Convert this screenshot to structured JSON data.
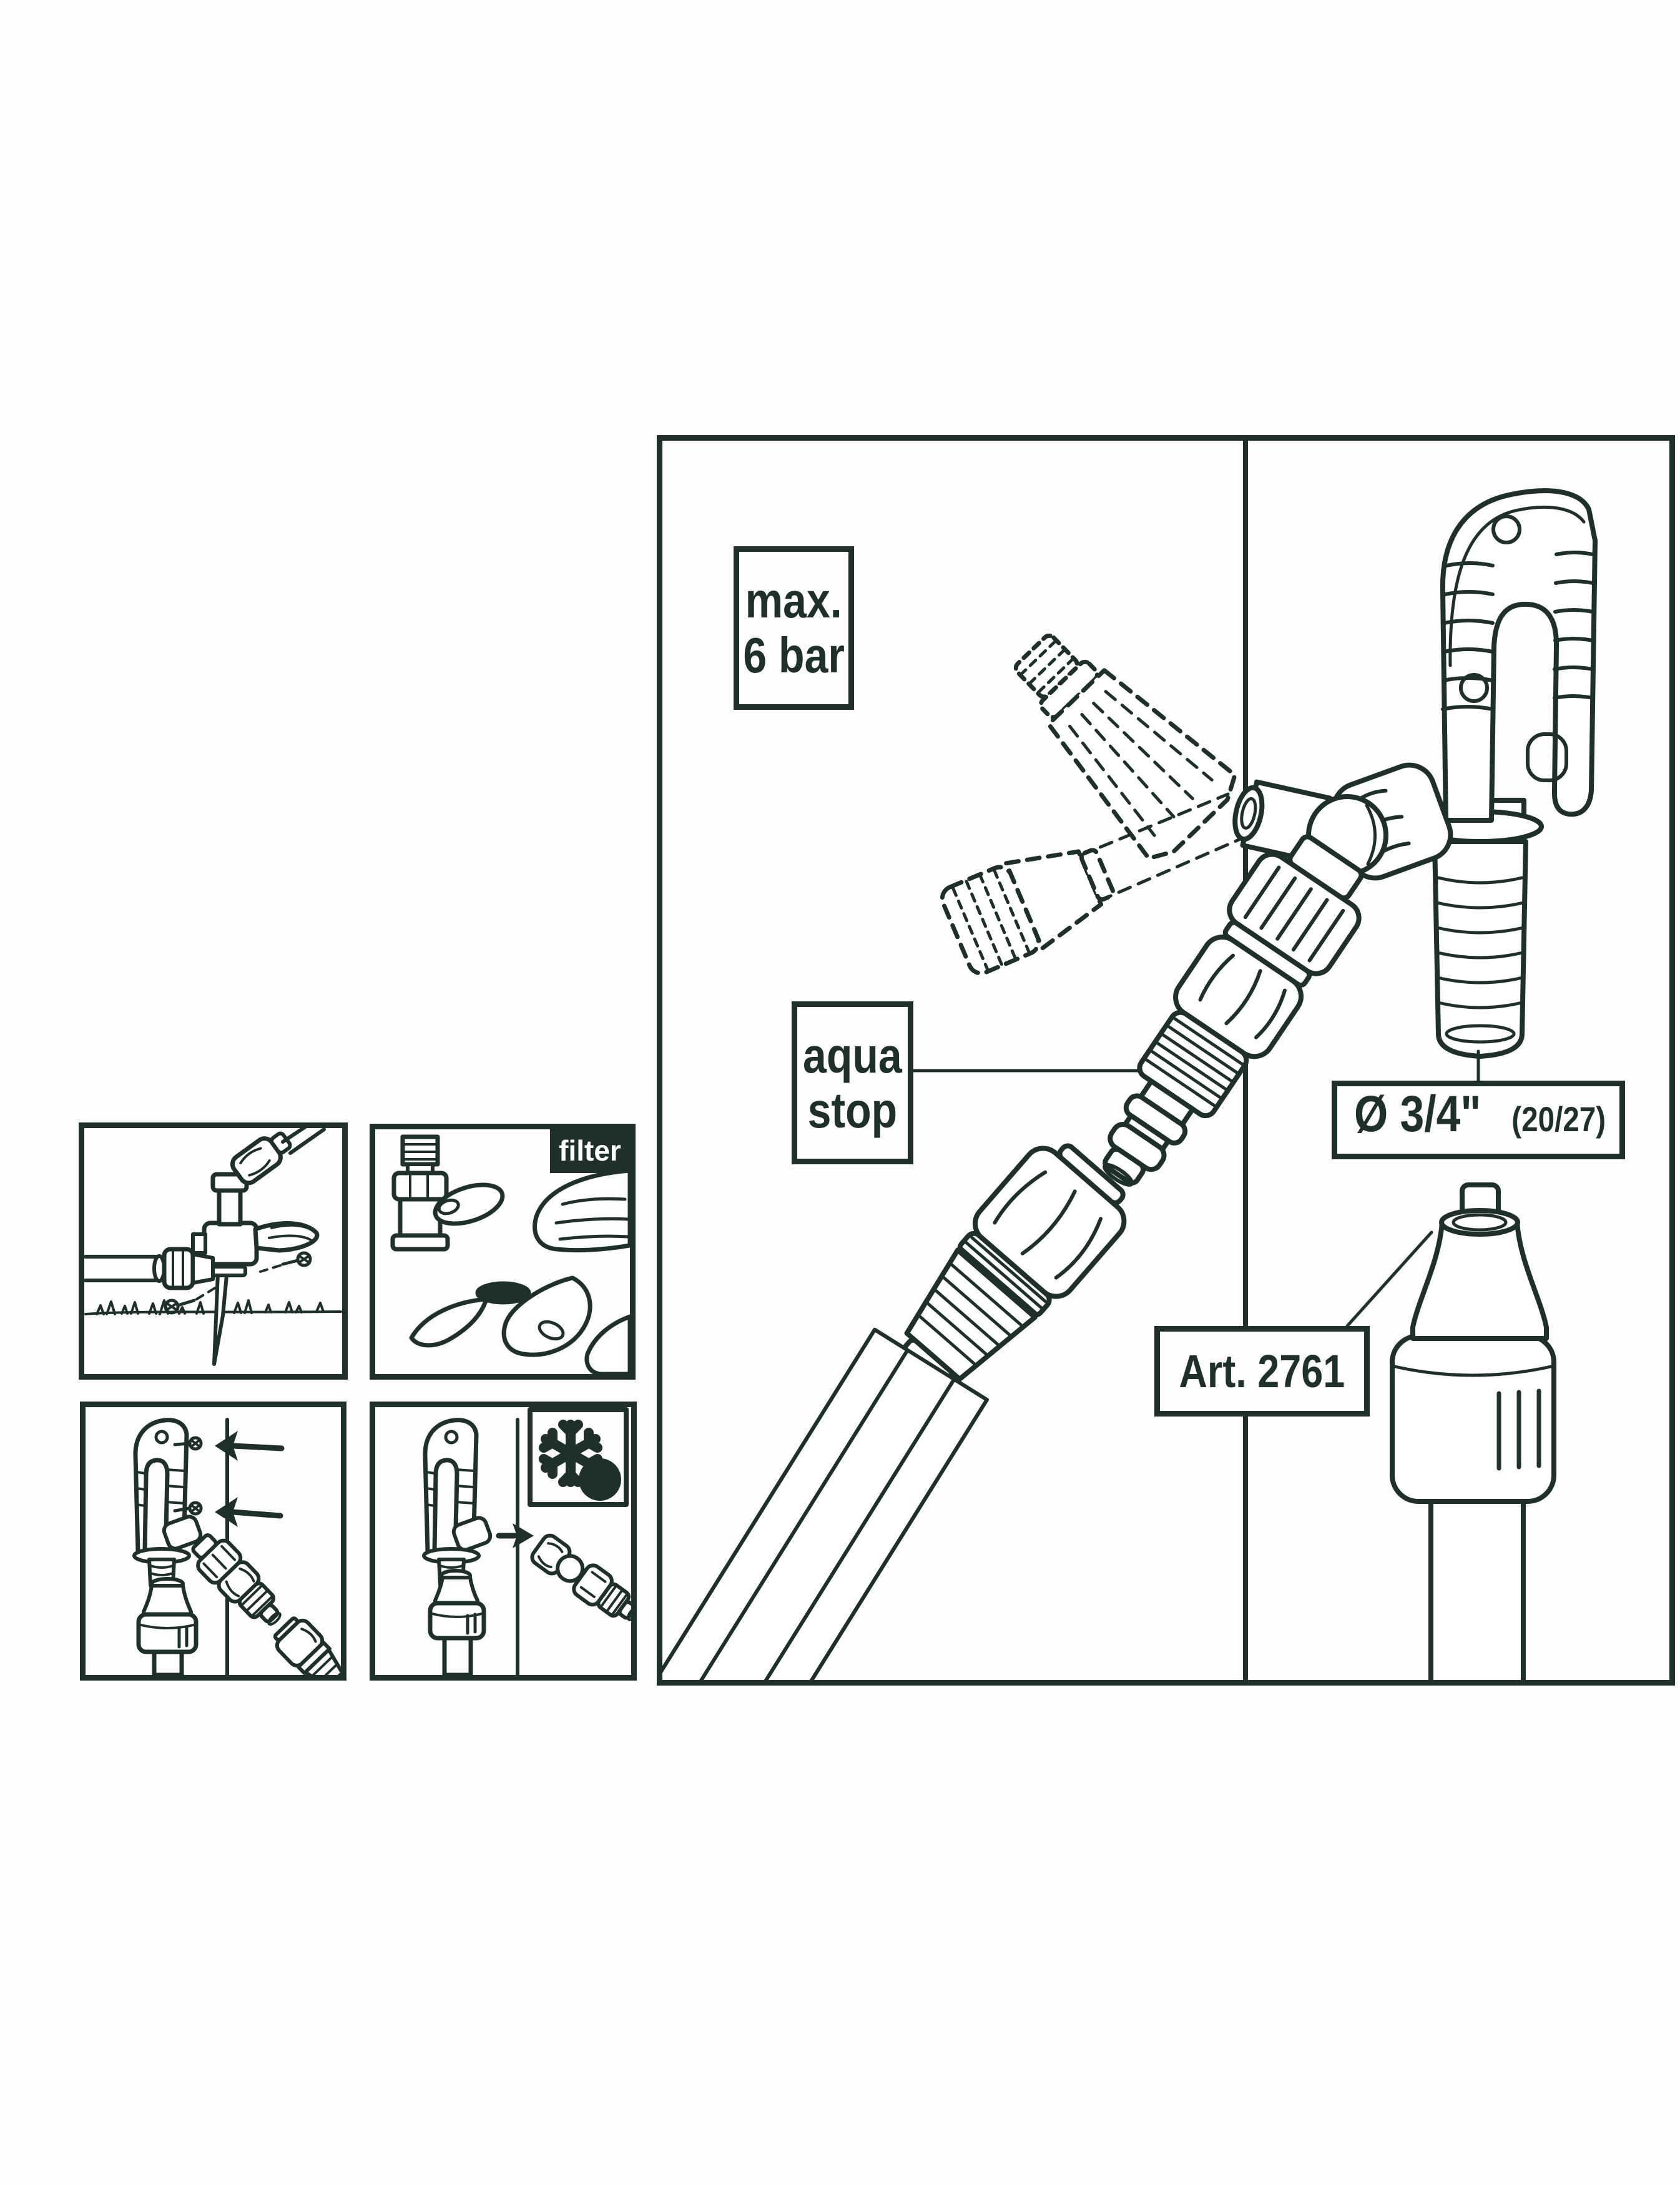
{
  "page": {
    "background": "#fdfdfb",
    "ink_color": "#1f302a",
    "badge_light_background": "#e7ede8"
  },
  "labels": {
    "max_pressure_line1": "max.",
    "max_pressure_line2": "6 bar",
    "aqua_line1": "aqua",
    "aqua_line2": "stop",
    "diameter_main": "Ø 3/4\"",
    "diameter_secondary": "(20/27)",
    "article": "Art. 2761",
    "filter_badge": "filter"
  },
  "icons": {
    "frost_badge_snowflake": "snowflake-icon",
    "frost_badge_check": "checkmark-icon",
    "mounting_arrows": "arrow-left-icon",
    "detach_arrow": "arrow-right-icon",
    "screws": "screw-icon"
  }
}
